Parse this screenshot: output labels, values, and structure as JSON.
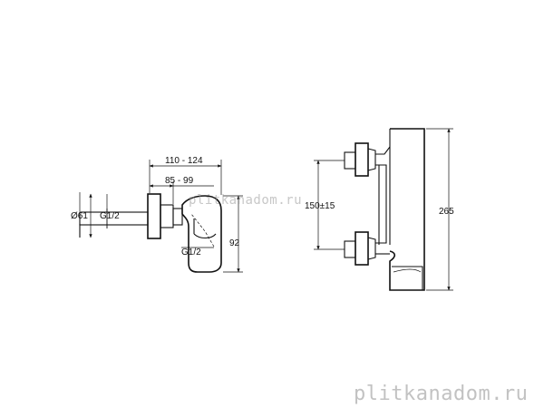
{
  "dimensions": {
    "width_range": "110 - 124",
    "offset_range": "85 - 99",
    "diameter": "Ø61",
    "thread_inlet": "G1/2",
    "thread_outlet": "G1/2",
    "height_side": "92",
    "centers": "150±15",
    "height_total": "265"
  },
  "watermark": {
    "center": "plitkanadom.ru",
    "bottom": "plitkanadom.ru"
  }
}
